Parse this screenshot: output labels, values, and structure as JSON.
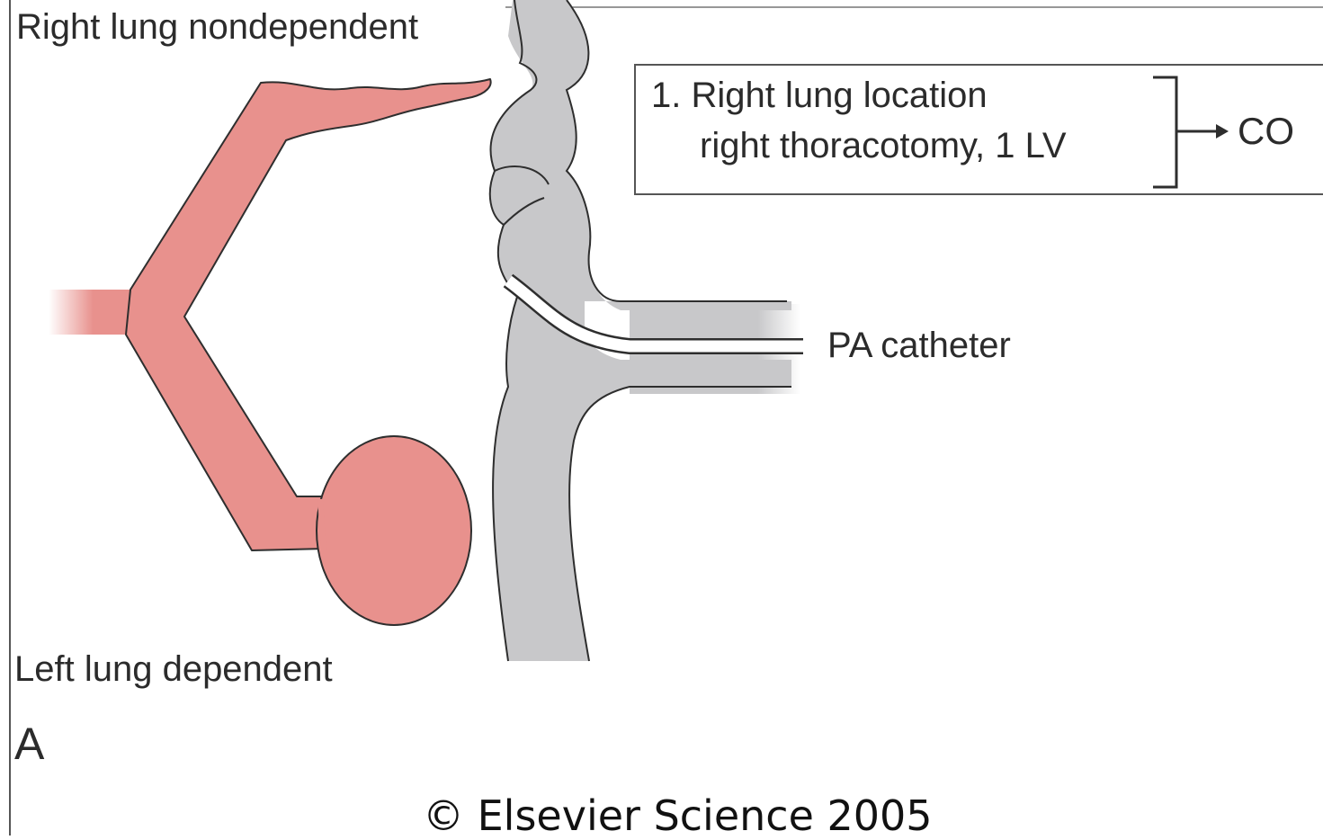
{
  "labels": {
    "top": "Right lung nondependent",
    "bottom": "Left lung dependent",
    "panel": "A",
    "catheter": "PA catheter",
    "copyright": "© Elsevier Science 2005"
  },
  "callout": {
    "line1": "1. Right lung location",
    "line2": "right thoracotomy, 1 LV",
    "result": "CO"
  },
  "colors": {
    "lung": "#e8918d",
    "heart": "#c8c8ca",
    "outline": "#2e2e2e"
  }
}
